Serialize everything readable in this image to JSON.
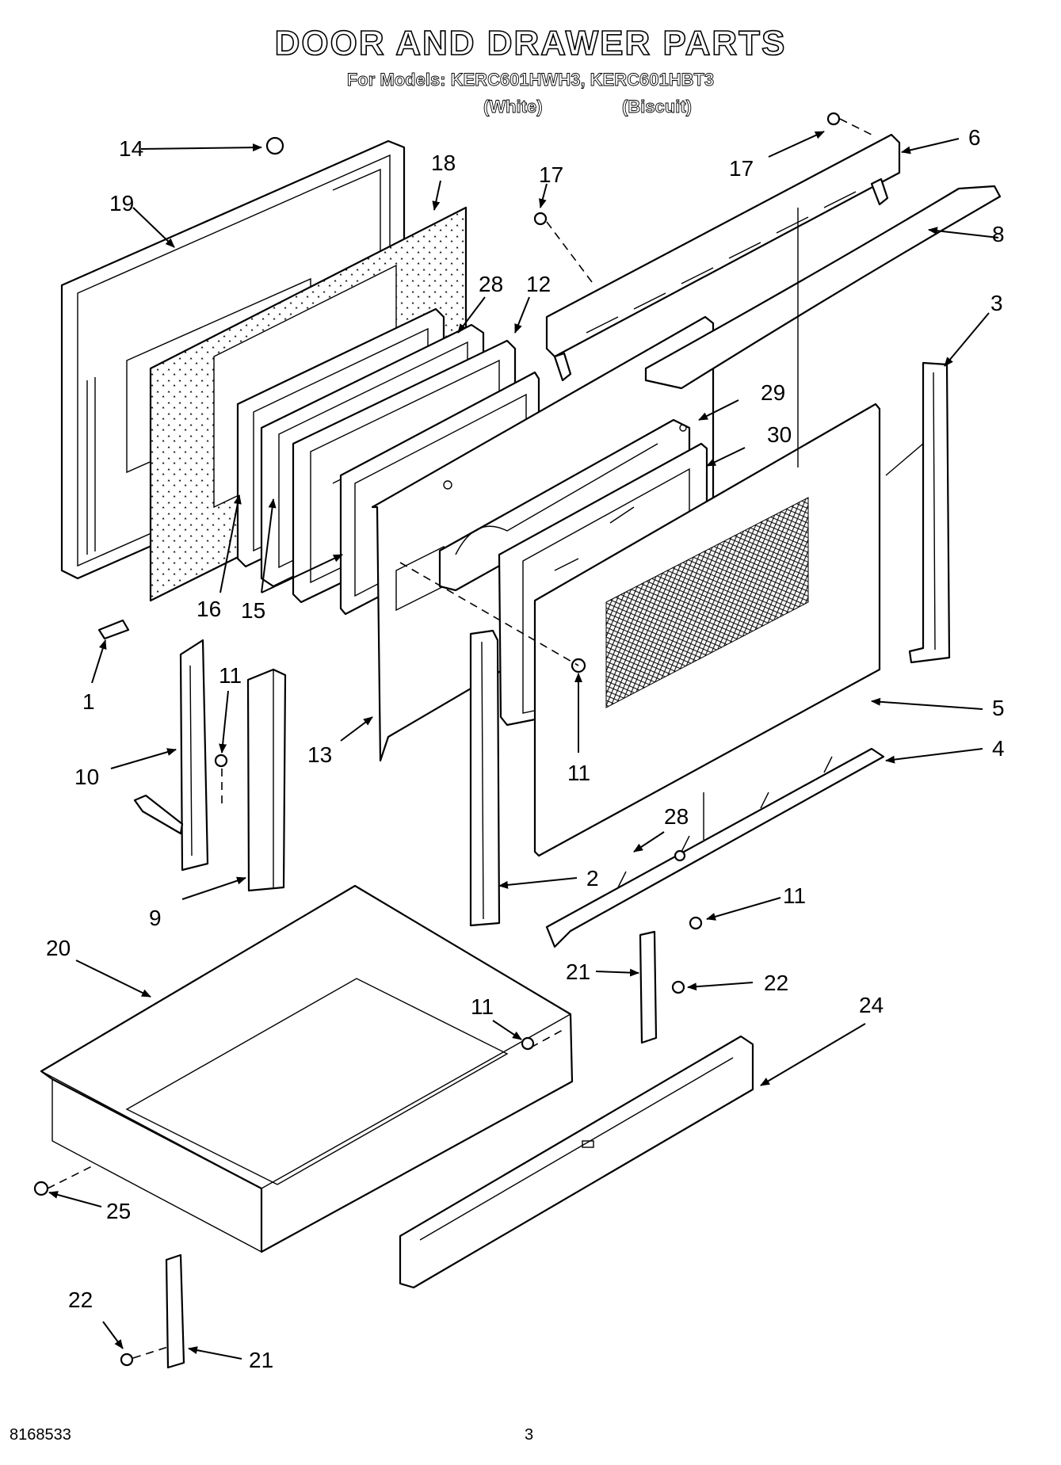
{
  "title": "DOOR AND DRAWER PARTS",
  "models_line": "For Models: KERC601HWH3, KERC601HBT3",
  "variants": [
    "(White)",
    "(Biscuit)"
  ],
  "footer": {
    "doc_number": "8168533",
    "page": "3"
  },
  "callouts": [
    {
      "id": "c14",
      "label": "14"
    },
    {
      "id": "c19",
      "label": "19"
    },
    {
      "id": "c18",
      "label": "18"
    },
    {
      "id": "c17a",
      "label": "17"
    },
    {
      "id": "c17b",
      "label": "17"
    },
    {
      "id": "c6",
      "label": "6"
    },
    {
      "id": "c8",
      "label": "8"
    },
    {
      "id": "c3",
      "label": "3"
    },
    {
      "id": "c28a",
      "label": "28"
    },
    {
      "id": "c12",
      "label": "12"
    },
    {
      "id": "c29",
      "label": "29"
    },
    {
      "id": "c30",
      "label": "30"
    },
    {
      "id": "c16",
      "label": "16"
    },
    {
      "id": "c15",
      "label": "15"
    },
    {
      "id": "c1",
      "label": "1"
    },
    {
      "id": "c11a",
      "label": "11"
    },
    {
      "id": "c10",
      "label": "10"
    },
    {
      "id": "c13",
      "label": "13"
    },
    {
      "id": "c11b",
      "label": "11"
    },
    {
      "id": "c5",
      "label": "5"
    },
    {
      "id": "c4",
      "label": "4"
    },
    {
      "id": "c28b",
      "label": "28"
    },
    {
      "id": "c9",
      "label": "9"
    },
    {
      "id": "c2",
      "label": "2"
    },
    {
      "id": "c11c",
      "label": "11"
    },
    {
      "id": "c20",
      "label": "20"
    },
    {
      "id": "c21a",
      "label": "21"
    },
    {
      "id": "c22a",
      "label": "22"
    },
    {
      "id": "c24",
      "label": "24"
    },
    {
      "id": "c11d",
      "label": "11"
    },
    {
      "id": "c25",
      "label": "25"
    },
    {
      "id": "c22b",
      "label": "22"
    },
    {
      "id": "c21b",
      "label": "21"
    }
  ]
}
